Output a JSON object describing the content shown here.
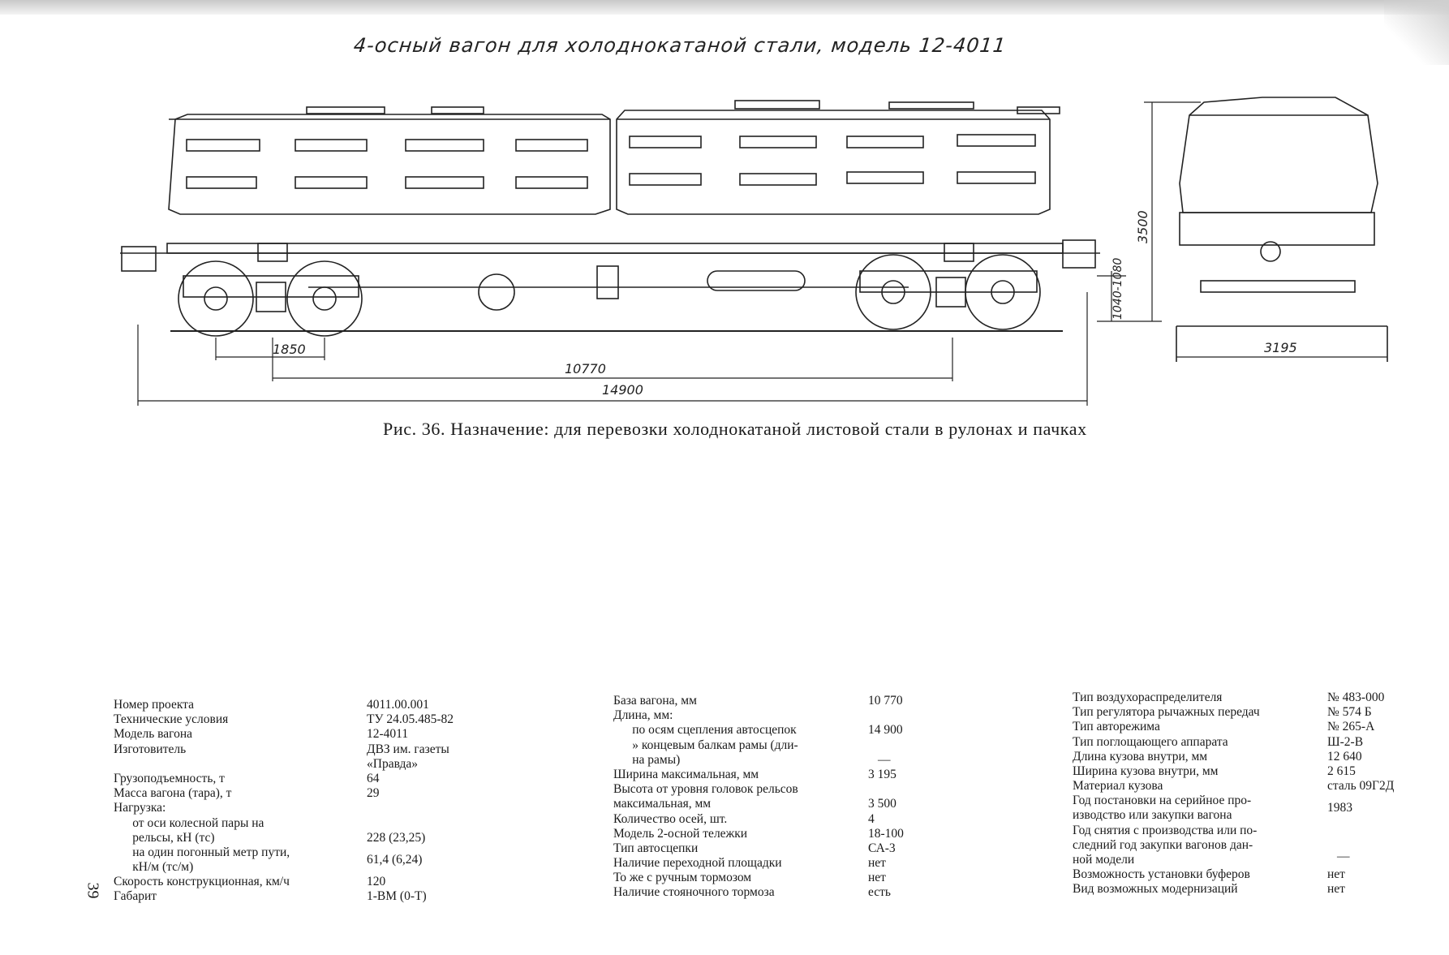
{
  "heading": "4-осный вагон для холоднокатаной стали, модель 12-4011",
  "dimensions": {
    "bogie_base": "1850",
    "car_base": "10770",
    "length": "14900",
    "height": "3500",
    "coupler_height": "1040-1080",
    "width": "3195"
  },
  "caption": "Рис. 36. Назначение: для перевозки холоднокатаной листовой стали в рулонах и пачках",
  "page_number": "39",
  "specs_col1": [
    {
      "label": "Номер проекта",
      "value": "4011.00.001"
    },
    {
      "label": "Технические условия",
      "value": "ТУ 24.05.485-82"
    },
    {
      "label": "Модель вагона",
      "value": "12-4011"
    },
    {
      "label": "Изготовитель",
      "value": "ДВЗ им. газеты",
      "value2": "«Правда»"
    },
    {
      "label": "Грузоподъемность, т",
      "value": "64"
    },
    {
      "label": "Масса вагона (тара), т",
      "value": "29"
    },
    {
      "label": "Нагрузка:",
      "value": ""
    },
    {
      "label": "      от оси колесной пары на",
      "label2": "      рельсы, кН (тс)",
      "value": "228 (23,25)"
    },
    {
      "label": "      на один погонный метр пути,",
      "label2": "      кН/м (тс/м)",
      "value": "61,4 (6,24)"
    },
    {
      "label": "Скорость конструкционная, км/ч",
      "value": "120"
    },
    {
      "label": "Габарит",
      "value": "1-ВМ (0-Т)"
    }
  ],
  "specs_col2": [
    {
      "label": "База вагона, мм",
      "value": "10 770"
    },
    {
      "label": "Длина, мм:",
      "value": ""
    },
    {
      "label": "      по осям сцепления автосцепок",
      "value": "14 900"
    },
    {
      "label": "      » концевым балкам рамы (дли-",
      "label2": "      на рамы)",
      "value": "—"
    },
    {
      "label": "Ширина максимальная, мм",
      "value": "3 195"
    },
    {
      "label": "Высота от уровня головок рельсов",
      "label2": "максимальная, мм",
      "value": "3 500"
    },
    {
      "label": "Количество осей, шт.",
      "value": "4"
    },
    {
      "label": "Модель 2-осной тележки",
      "value": "18-100"
    },
    {
      "label": "Тип автосцепки",
      "value": "СА-3"
    },
    {
      "label": "Наличие переходной площадки",
      "value": "нет"
    },
    {
      "label": "То же с ручным тормозом",
      "value": "нет"
    },
    {
      "label": "Наличие стояночного тормоза",
      "value": "есть"
    }
  ],
  "specs_col3": [
    {
      "label": "Тип воздухораспределителя",
      "value": "№ 483-000"
    },
    {
      "label": "Тип регулятора рычажных передач",
      "value": "№ 574 Б"
    },
    {
      "label": "Тип авторежима",
      "value": "№ 265-А"
    },
    {
      "label": "Тип поглощающего аппарата",
      "value": "Ш-2-В"
    },
    {
      "label": "Длина кузова внутри, мм",
      "value": "12 640"
    },
    {
      "label": "Ширина кузова внутри, мм",
      "value": "2 615"
    },
    {
      "label": "Материал кузова",
      "value": "сталь 09Г2Д"
    },
    {
      "label": "Год постановки на серийное про-",
      "label2": "изводство или закупки вагона",
      "value": "1983"
    },
    {
      "label": "Год снятия с производства или по-",
      "label2": "следний год закупки вагонов дан-",
      "label3": "ной модели",
      "value": "—"
    },
    {
      "label": "Возможность установки буферов",
      "value": "нет"
    },
    {
      "label": "Вид возможных модернизаций",
      "value": "нет"
    }
  ]
}
